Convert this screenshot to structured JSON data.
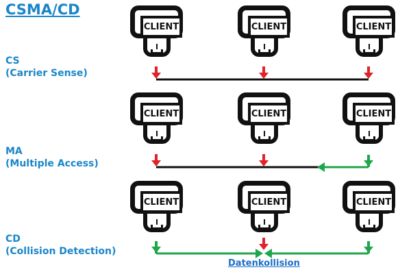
{
  "title": "CSMA/CD",
  "rows": [
    {
      "id": "cs",
      "label": "CS",
      "sublabel": "(Carrier Sense)"
    },
    {
      "id": "ma",
      "label": "MA",
      "sublabel": "(Multiple Access)"
    },
    {
      "id": "cd",
      "label": "CD",
      "sublabel": "(Collision Detection)"
    }
  ],
  "client_label": "CLIENT",
  "footer": "Datenkollision",
  "colors": {
    "title": "#1a86c8",
    "label": "#1a86c8",
    "red": "#e0232a",
    "green": "#1ea64a",
    "line": "#111111",
    "footer": "#1a6ec8"
  }
}
